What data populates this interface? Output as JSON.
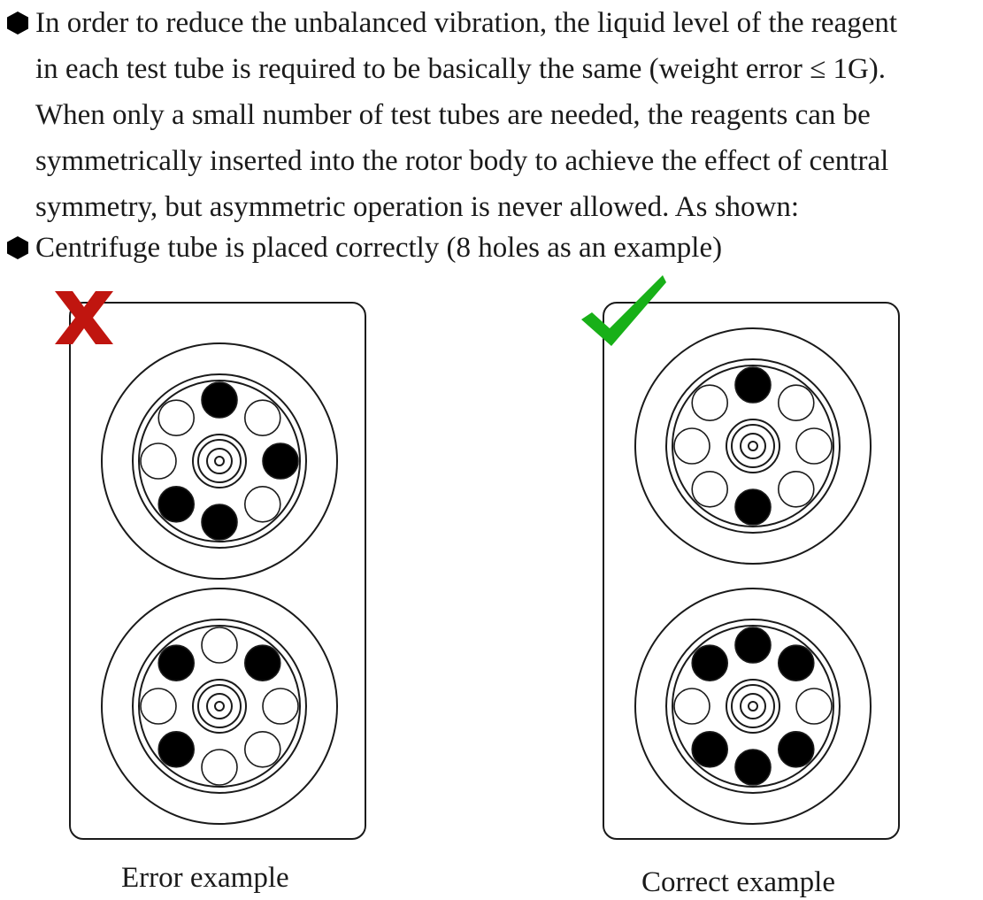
{
  "bullets": [
    {
      "icon": "hexagon-bullet-icon",
      "lines": [
        "In order to reduce the unbalanced vibration, the liquid level of the reagent",
        "in each test tube is required to be basically the same (weight error ≤ 1G).",
        "When only a small number of test tubes are needed, the reagents can be",
        "symmetrically inserted into the rotor body to achieve the effect of central",
        "symmetry, but asymmetric operation is never allowed. As shown:"
      ]
    },
    {
      "icon": "hexagon-bullet-icon",
      "lines": [
        "Centrifuge tube is placed correctly (8 holes as an example)"
      ]
    }
  ],
  "panels": {
    "error": {
      "caption": "Error example",
      "mark": "red-x-icon",
      "mark_color": "#c0150f",
      "rotors": [
        {
          "holes_filled": [
            true,
            false,
            true,
            false,
            true,
            true,
            false,
            false
          ]
        },
        {
          "holes_filled": [
            false,
            true,
            false,
            false,
            false,
            true,
            false,
            true
          ]
        }
      ]
    },
    "correct": {
      "caption": "Correct example",
      "mark": "green-check-icon",
      "mark_color": "#18b018",
      "rotors": [
        {
          "holes_filled": [
            true,
            false,
            false,
            false,
            true,
            false,
            false,
            false
          ]
        },
        {
          "holes_filled": [
            true,
            true,
            false,
            true,
            true,
            true,
            false,
            true
          ]
        }
      ]
    }
  },
  "colors": {
    "line": "#1a1a1a",
    "filled_hole": "#000000",
    "empty_hole": "#ffffff"
  }
}
